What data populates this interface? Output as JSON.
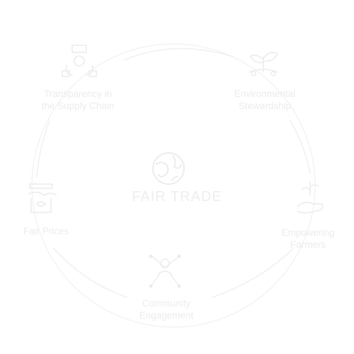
{
  "center": {
    "icon": "globe-icon",
    "title": "FAIR TRADE"
  },
  "nodes": [
    {
      "icon": "supply-chain-icon",
      "label_line1": "Transparency in",
      "label_line2": "the Supply Chain"
    },
    {
      "icon": "plant-icon",
      "label_line1": "Environmental",
      "label_line2": "Stewardship"
    },
    {
      "icon": "farmer-hand-icon",
      "label_line1": "Empowering",
      "label_line2": "Farmers"
    },
    {
      "icon": "community-icon",
      "label_line1": "Community",
      "label_line2": "Engagement"
    },
    {
      "icon": "handshake-icon",
      "label_line1": "Fair Prices",
      "label_line2": ""
    }
  ],
  "colors": {
    "background": "#ffffff",
    "stroke": "#f0f0f0",
    "text": "#ececec"
  }
}
